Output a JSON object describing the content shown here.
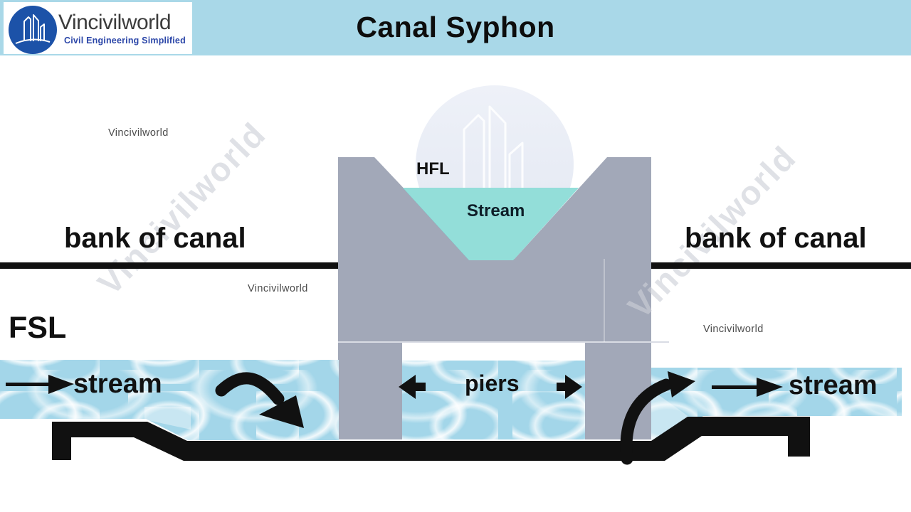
{
  "header": {
    "logo_name": "Vincivilworld",
    "logo_tagline": "Civil Engineering Simplified",
    "title": "Canal Syphon"
  },
  "watermark": {
    "text": "Vincivilworld"
  },
  "labels": {
    "hfl": "HFL",
    "stream_top": "Stream",
    "bank_left": "bank of canal",
    "bank_right": "bank of canal",
    "fsl": "FSL",
    "stream_left": "stream",
    "stream_right": "stream",
    "piers": "piers"
  },
  "colors": {
    "header_bg": "#a9d8e8",
    "logo_blue": "#1c52a8",
    "tagline_blue": "#2b46a8",
    "structure_gray": "#a2a8b8",
    "stream_teal": "#35b6c6",
    "canal_water_blue": "#a3d6e9",
    "ink": "#111111"
  }
}
